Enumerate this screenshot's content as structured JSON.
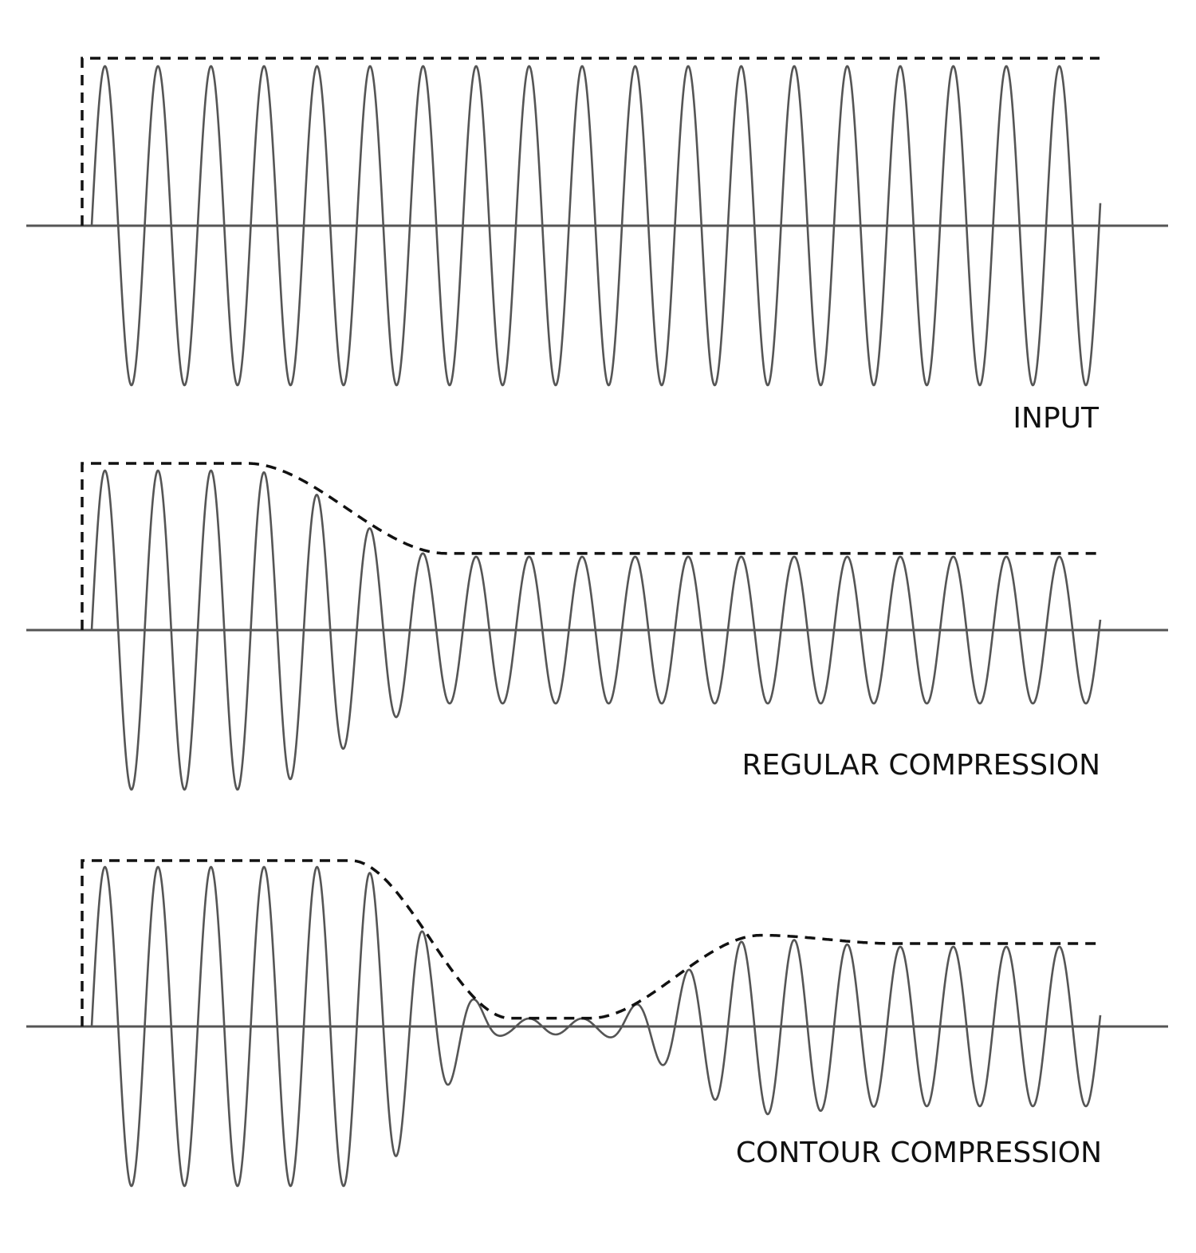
{
  "panels": [
    {
      "label": "INPUT",
      "envelope": "constant full amplitude",
      "cycles": 19
    },
    {
      "label": "REGULAR COMPRESSION",
      "envelope": "full amplitude, then smoothly reduced to a lower constant level",
      "cycles": 19
    },
    {
      "label": "CONTOUR COMPRESSION",
      "envelope": "full amplitude, then deep dip to near zero, then recovers with slight overshoot to a reduced level",
      "cycles": 19
    }
  ],
  "colors": {
    "waveform": "#555555",
    "baseline": "#555555",
    "envelope": "#111111",
    "label": "#111111",
    "background": "#ffffff"
  }
}
